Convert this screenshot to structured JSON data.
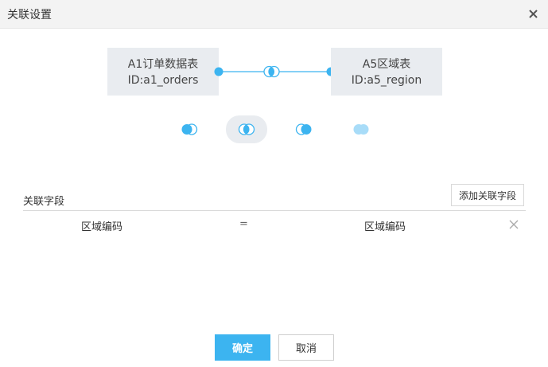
{
  "dialog": {
    "title": "关联设置",
    "close_icon": "close-icon"
  },
  "left_table": {
    "name": "A1订单数据表",
    "id_text": "ID:a1_orders"
  },
  "right_table": {
    "name": "A5区域表",
    "id_text": "ID:a5_region"
  },
  "join_types": {
    "icons": [
      "left-join-icon",
      "inner-join-icon",
      "right-join-icon",
      "full-join-icon"
    ],
    "selected": "inner-join-icon"
  },
  "fields": {
    "section_label": "关联字段",
    "add_button_label": "添加关联字段",
    "rows": [
      {
        "left": "区域编码",
        "operator": "=",
        "right": "区域编码",
        "delete_icon": "close-icon"
      }
    ]
  },
  "footer": {
    "ok_label": "确定",
    "cancel_label": "取消"
  },
  "colors": {
    "accent": "#3cb4f0",
    "light_accent": "#a8dcf8",
    "box_bg": "#e9ecf0",
    "title_bar_bg": "#f3f3f3"
  }
}
